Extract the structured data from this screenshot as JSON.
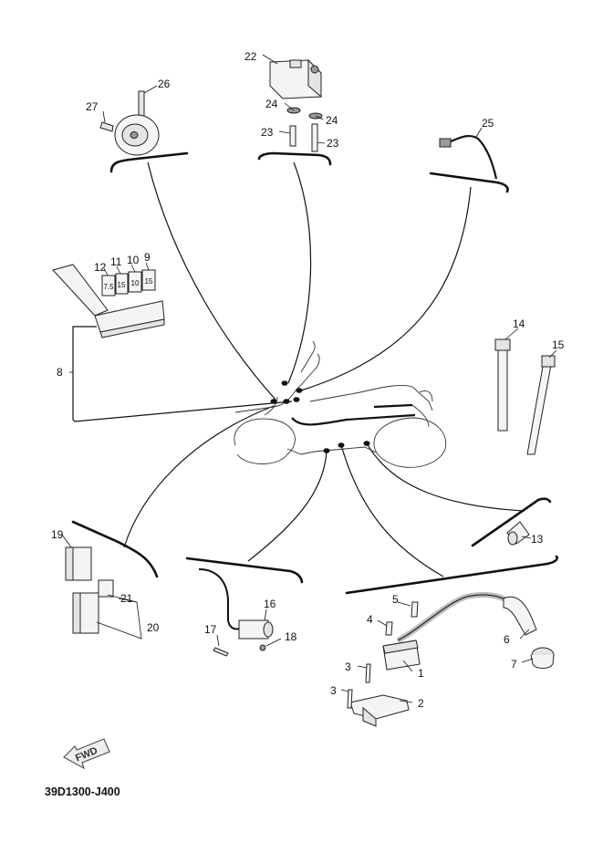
{
  "callouts": {
    "c1": "1",
    "c2": "2",
    "c3a": "3",
    "c3b": "3",
    "c4": "4",
    "c5": "5",
    "c6": "6",
    "c7": "7",
    "c8": "8",
    "c9": "9",
    "c10": "10",
    "c11": "11",
    "c12": "12",
    "c13": "13",
    "c14": "14",
    "c15": "15",
    "c16": "16",
    "c17": "17",
    "c18": "18",
    "c19": "19",
    "c20": "20",
    "c21": "21",
    "c22": "22",
    "c23a": "23",
    "c23b": "23",
    "c24a": "24",
    "c24b": "24",
    "c25": "25",
    "c26": "26",
    "c27": "27"
  },
  "fuse_labels": [
    "7.5",
    "15",
    "10",
    "15"
  ],
  "fwd_label": "FWD",
  "diagram_code": "39D1300-J400"
}
